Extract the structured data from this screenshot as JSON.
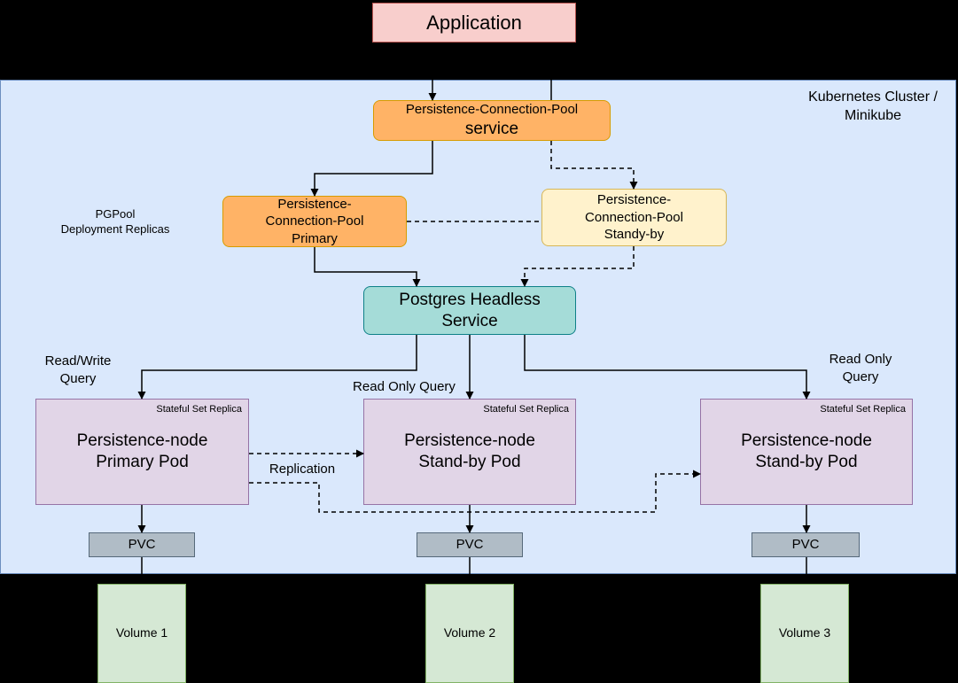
{
  "colors": {
    "canvas_bg": "#000000",
    "cluster_fill": "#dae8fc",
    "cluster_stroke": "#6c8ebf",
    "application_fill": "#f8cecc",
    "application_stroke": "#b85450",
    "pool_fill": "#ffb366",
    "pool_stroke": "#d79b00",
    "standby_pool_fill": "#fff2cc",
    "standby_pool_stroke": "#d6b656",
    "headless_fill": "#a5dcd8",
    "headless_stroke": "#0e8088",
    "pod_fill": "#e1d5e7",
    "pod_stroke": "#9673a6",
    "pvc_fill": "#b0bcc6",
    "pvc_stroke": "#56697a",
    "volume_fill": "#d5e8d4",
    "volume_stroke": "#82b366",
    "line_color": "#000000"
  },
  "application": {
    "label": "Application"
  },
  "cluster": {
    "label_line1": "Kubernetes Cluster /",
    "label_line2": "Minikube"
  },
  "pool_service": {
    "line1": "Persistence-Connection-Pool",
    "line2": "service"
  },
  "pgpool_label": {
    "line1": "PGPool",
    "line2": "Deployment Replicas"
  },
  "pool_primary": {
    "line1": "Persistence-",
    "line2": "Connection-Pool",
    "line3": "Primary"
  },
  "pool_standby": {
    "line1": "Persistence-",
    "line2": "Connection-Pool",
    "line3": "Standy-by"
  },
  "headless_service": {
    "line1": "Postgres Headless",
    "line2": "Service"
  },
  "edge_labels": {
    "read_write_line1": "Read/Write",
    "read_write_line2": "Query",
    "read_only_center": "Read Only Query",
    "read_only_right_line1": "Read Only",
    "read_only_right_line2": "Query",
    "replication": "Replication"
  },
  "pods": [
    {
      "badge": "Stateful Set Replica",
      "line1": "Persistence-node",
      "line2": "Primary Pod"
    },
    {
      "badge": "Stateful Set Replica",
      "line1": "Persistence-node",
      "line2": "Stand-by Pod"
    },
    {
      "badge": "Stateful Set Replica",
      "line1": "Persistence-node",
      "line2": "Stand-by Pod"
    }
  ],
  "pvcs": [
    {
      "label": "PVC"
    },
    {
      "label": "PVC"
    },
    {
      "label": "PVC"
    }
  ],
  "volumes": [
    {
      "label": "Volume 1"
    },
    {
      "label": "Volume 2"
    },
    {
      "label": "Volume 3"
    }
  ]
}
